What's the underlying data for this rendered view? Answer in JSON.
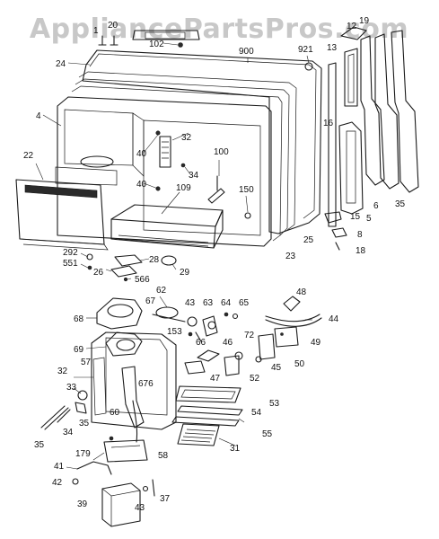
{
  "watermark": "AppliancePartsPros.com",
  "callouts": [
    {
      "id": "c1",
      "label": "1"
    },
    {
      "id": "c20",
      "label": "20"
    },
    {
      "id": "c102",
      "label": "102"
    },
    {
      "id": "c900",
      "label": "900"
    },
    {
      "id": "c921",
      "label": "921"
    },
    {
      "id": "c13",
      "label": "13"
    },
    {
      "id": "c12",
      "label": "12"
    },
    {
      "id": "c19",
      "label": "19"
    },
    {
      "id": "c24",
      "label": "24"
    },
    {
      "id": "c4",
      "label": "4"
    },
    {
      "id": "c32a",
      "label": "32"
    },
    {
      "id": "c40a",
      "label": "40"
    },
    {
      "id": "c34a",
      "label": "34"
    },
    {
      "id": "c100",
      "label": "100"
    },
    {
      "id": "c16",
      "label": "16"
    },
    {
      "id": "c22",
      "label": "22"
    },
    {
      "id": "c40b",
      "label": "40"
    },
    {
      "id": "c109",
      "label": "109"
    },
    {
      "id": "c150",
      "label": "150"
    },
    {
      "id": "c6",
      "label": "6"
    },
    {
      "id": "c35a",
      "label": "35"
    },
    {
      "id": "c5",
      "label": "5"
    },
    {
      "id": "c15",
      "label": "15"
    },
    {
      "id": "c25",
      "label": "25"
    },
    {
      "id": "c23",
      "label": "23"
    },
    {
      "id": "c8",
      "label": "8"
    },
    {
      "id": "c18",
      "label": "18"
    },
    {
      "id": "c292",
      "label": "292"
    },
    {
      "id": "c551",
      "label": "551"
    },
    {
      "id": "c28",
      "label": "28"
    },
    {
      "id": "c26",
      "label": "26"
    },
    {
      "id": "c566",
      "label": "566"
    },
    {
      "id": "c29",
      "label": "29"
    },
    {
      "id": "c62",
      "label": "62"
    },
    {
      "id": "c48",
      "label": "48"
    },
    {
      "id": "c67",
      "label": "67"
    },
    {
      "id": "c43a",
      "label": "43"
    },
    {
      "id": "c63",
      "label": "63"
    },
    {
      "id": "c64",
      "label": "64"
    },
    {
      "id": "c65",
      "label": "65"
    },
    {
      "id": "c68",
      "label": "68"
    },
    {
      "id": "c44",
      "label": "44"
    },
    {
      "id": "c153",
      "label": "153"
    },
    {
      "id": "c66",
      "label": "66"
    },
    {
      "id": "c49",
      "label": "49"
    },
    {
      "id": "c69",
      "label": "69"
    },
    {
      "id": "c46",
      "label": "46"
    },
    {
      "id": "c72",
      "label": "72"
    },
    {
      "id": "c57",
      "label": "57"
    },
    {
      "id": "c45",
      "label": "45"
    },
    {
      "id": "c50",
      "label": "50"
    },
    {
      "id": "c32b",
      "label": "32"
    },
    {
      "id": "c47",
      "label": "47"
    },
    {
      "id": "c52",
      "label": "52"
    },
    {
      "id": "c33",
      "label": "33"
    },
    {
      "id": "c676",
      "label": "676"
    },
    {
      "id": "c53",
      "label": "53"
    },
    {
      "id": "c35b",
      "label": "35"
    },
    {
      "id": "c60",
      "label": "60"
    },
    {
      "id": "c54",
      "label": "54"
    },
    {
      "id": "c34b",
      "label": "34"
    },
    {
      "id": "c55",
      "label": "55"
    },
    {
      "id": "c35c",
      "label": "35"
    },
    {
      "id": "c179",
      "label": "179"
    },
    {
      "id": "c58",
      "label": "58"
    },
    {
      "id": "c31",
      "label": "31"
    },
    {
      "id": "c41",
      "label": "41"
    },
    {
      "id": "c42",
      "label": "42"
    },
    {
      "id": "c37",
      "label": "37"
    },
    {
      "id": "c39",
      "label": "39"
    },
    {
      "id": "c43b",
      "label": "43"
    }
  ]
}
